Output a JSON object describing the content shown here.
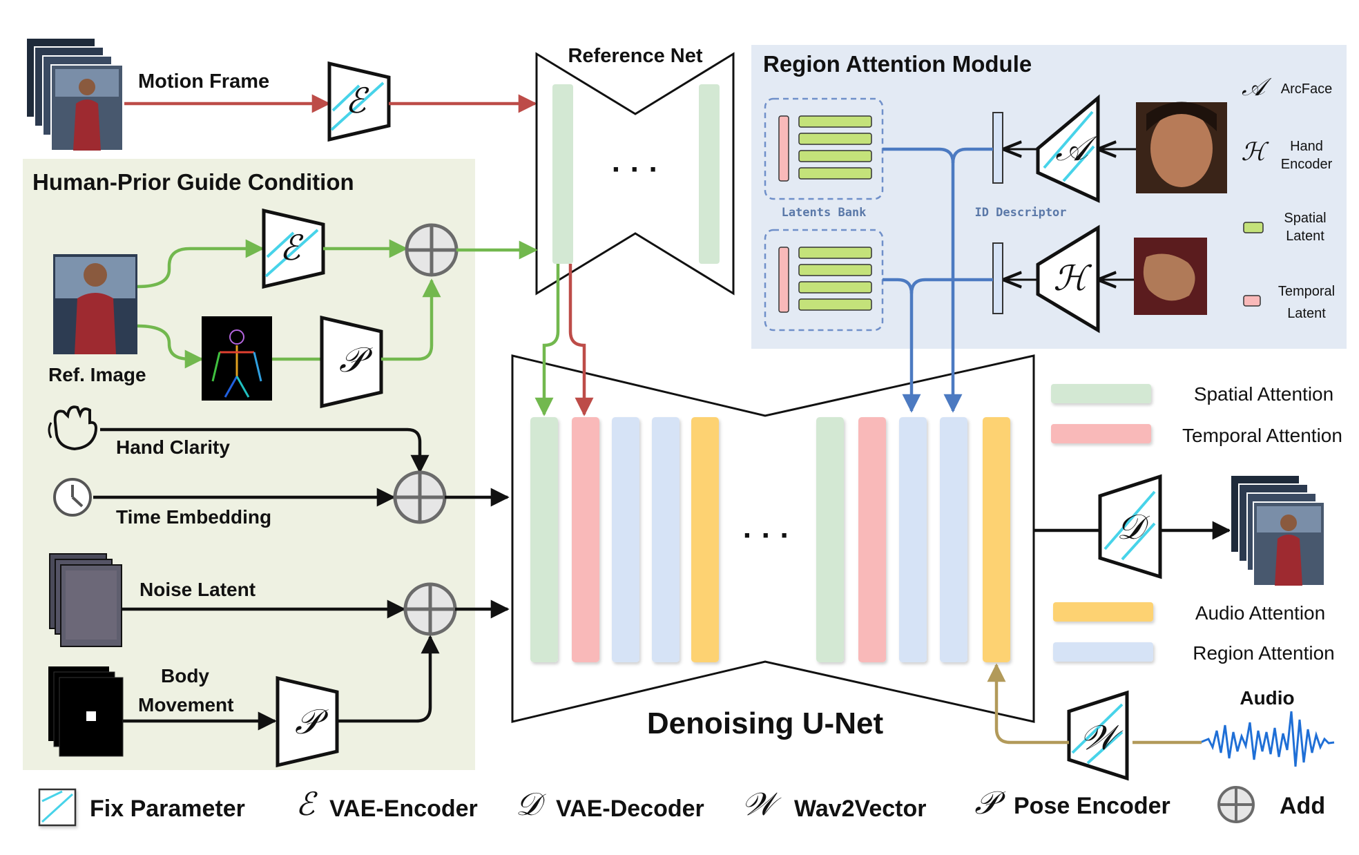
{
  "labels": {
    "motion_frame": "Motion Frame",
    "reference_net": "Reference Net",
    "region_module": "Region Attention Module",
    "human_prior": "Human-Prior Guide Condition",
    "ref_image": "Ref. Image",
    "hand_clarity": "Hand Clarity",
    "time_embedding": "Time Embedding",
    "noise_latent": "Noise Latent",
    "body": "Body",
    "movement": "Movement",
    "denoising_unet": "Denoising U-Net",
    "audio": "Audio",
    "latents_bank": "Latents Bank",
    "id_descriptor": "ID Descriptor",
    "ellipsis": "· · ·"
  },
  "region_legend": {
    "arcface": "ArcFace",
    "hand_1": "Hand",
    "hand_2": "Encoder",
    "spatial_1": "Spatial",
    "spatial_2": "Latent",
    "temporal_1": "Temporal",
    "temporal_2": "Latent"
  },
  "attention_legend": {
    "spatial": "Spatial Attention",
    "temporal": "Temporal Attention",
    "audio": "Audio Attention",
    "region": "Region Attention"
  },
  "bottom_legend": {
    "fix": "Fix Parameter",
    "vae_encoder": "VAE-Encoder",
    "vae_decoder": "VAE-Decoder",
    "wav2vector": "Wav2Vector",
    "pose_encoder": "Pose Encoder",
    "add": "Add"
  },
  "symbols": {
    "E": "ℰ",
    "D": "𝒟",
    "W": "𝒲",
    "P": "𝒫",
    "A": "𝒜",
    "H": "ℋ"
  },
  "colors": {
    "spatial": "#d3e8d3",
    "temporal": "#f9b9b9",
    "audio": "#fdd272",
    "region": "#d6e3f6",
    "green_arrow": "#72b84e",
    "red_arrow": "#bd4c48",
    "blue_arrow": "#4c7ac1",
    "gold_arrow": "#b29a5a",
    "human_panel": "#eef1e2",
    "region_panel": "#e3eaf4"
  }
}
